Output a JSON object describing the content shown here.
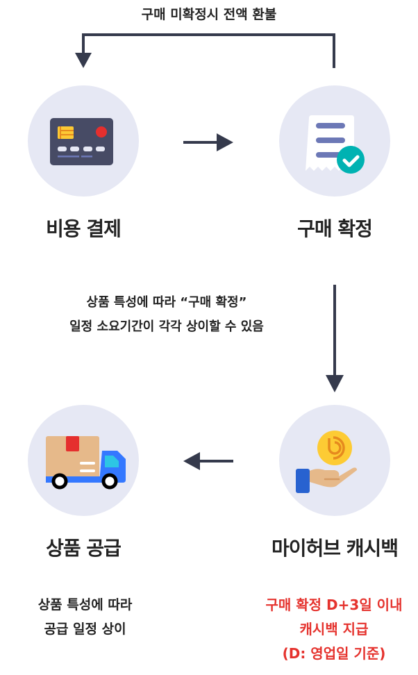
{
  "refund_note": "구매 미확정시 전액 환불",
  "steps": [
    {
      "label": "비용 결제",
      "icon": "credit-card-icon"
    },
    {
      "label": "구매 확정",
      "icon": "receipt-check-icon"
    },
    {
      "label": "마이허브 캐시백",
      "icon": "coin-hand-icon"
    },
    {
      "label": "상품 공급",
      "icon": "delivery-truck-icon"
    }
  ],
  "middle_note": {
    "line1": "상품 특성에 따라 “구매 확정”",
    "line2": "일정 소요기간이 각각 상이할 수 있음"
  },
  "supply_note": {
    "line1": "상품 특성에 따라",
    "line2": "공급 일정 상이"
  },
  "cashback_note": {
    "line1": "구매 확정 D+3일 이내",
    "line2": "캐시백 지급",
    "line3": "(D: 영업일 기준)"
  },
  "colors": {
    "arrow": "#353a4c",
    "circle": "#e6e8f4",
    "highlight": "#e5322d"
  }
}
